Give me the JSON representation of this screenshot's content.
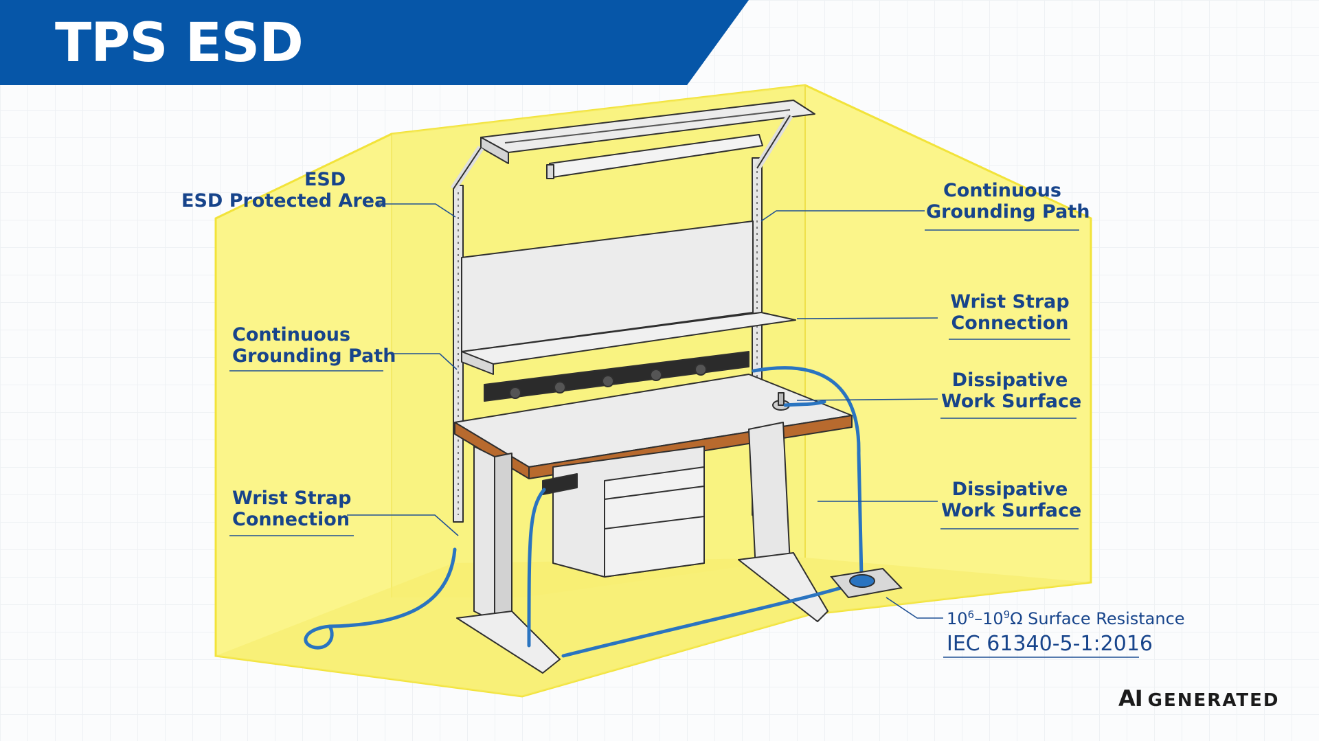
{
  "header": {
    "title": "TPS ESD"
  },
  "labels": {
    "esd_area": {
      "line1": "ESD",
      "line2": "ESD Protected Area"
    },
    "grounding_left": {
      "line1": "Continuous",
      "line2": "Grounding Path"
    },
    "wrist_left": {
      "line1": "Wrist Strap",
      "line2": "Connection"
    },
    "grounding_right": {
      "line1": "Continuous",
      "line2": "Grounding Path"
    },
    "wrist_right": {
      "line1": "Wrist Strap",
      "line2": "Connection"
    },
    "dissipative_top": {
      "line1": "Dissipative",
      "line2": "Work Surface"
    },
    "dissipative_bottom": {
      "line1": "Dissipative",
      "line2": "Work Surface"
    }
  },
  "spec": {
    "base": "10",
    "exp1": "6",
    "dash": "–10",
    "exp2": "9",
    "unit_text": "Ω Surface Resistance",
    "standard": "IEC 61340-5-1:2016"
  },
  "badge": {
    "ai": "AI",
    "generated": "GENERATED"
  },
  "colors": {
    "banner": "#0656a8",
    "epa_yellow": "#fbf58a",
    "epa_edge": "#f2e33a",
    "label_blue": "#17448b",
    "cable_blue": "#2a74c0",
    "laminate_edge": "#b86a2e"
  }
}
